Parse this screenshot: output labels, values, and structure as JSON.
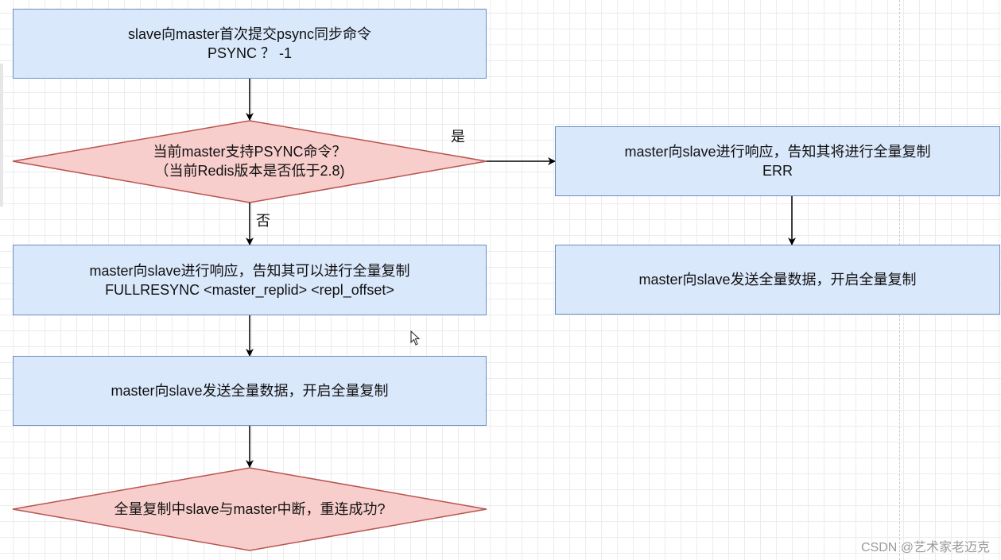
{
  "nodes": {
    "psync_request": {
      "line1": "slave向master首次提交psync同步命令",
      "line2": "PSYNC ？ -1"
    },
    "psync_support_decision": {
      "line1": "当前master支持PSYNC命令？",
      "line2": "（当前Redis版本是否低于2.8)"
    },
    "fullresync_reply": {
      "line1": "master向slave进行响应，告知其可以进行全量复制",
      "line2": "FULLRESYNC <master_replid> <repl_offset>"
    },
    "send_full_data_left": {
      "line1": "master向slave发送全量数据，开启全量复制"
    },
    "reconnect_decision": {
      "line1": "全量复制中slave与master中断，重连成功?"
    },
    "err_reply": {
      "line1": "master向slave进行响应，告知其将进行全量复制",
      "line2": "ERR"
    },
    "send_full_data_right": {
      "line1": "master向slave发送全量数据，开启全量复制"
    }
  },
  "edge_labels": {
    "yes": "是",
    "no": "否"
  },
  "watermark": "CSDN @艺术家老迈克",
  "colors": {
    "process_fill": "#dae8fc",
    "process_stroke": "#6c8ebf",
    "decision_fill": "#f8cecc",
    "decision_stroke": "#b85450",
    "arrow": "#000000"
  }
}
